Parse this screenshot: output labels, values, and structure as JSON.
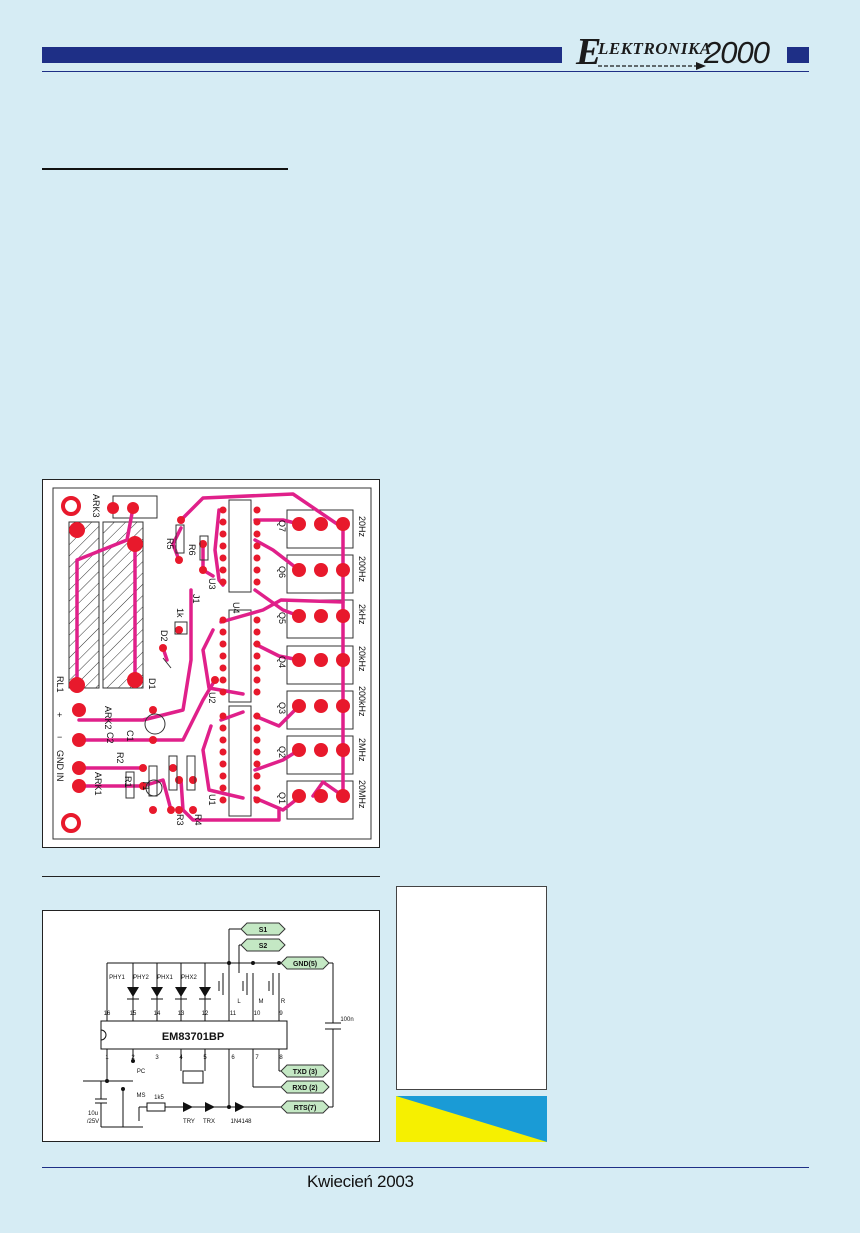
{
  "header": {
    "logo_first": "E",
    "logo_word": "LEKTRONIKA",
    "logo_year": "2000"
  },
  "footer": {
    "date": "Kwiecień 2003"
  },
  "pcb": {
    "labels": {
      "ark3": "ARK3",
      "ark2": "ARK2",
      "ark1": "ARK1",
      "rl1": "RL1",
      "r5": "R5",
      "r6": "R6",
      "j1": "J1",
      "d2": "D2",
      "d1": "D1",
      "cap1k": "1k",
      "plus": "+",
      "minus": "−",
      "c2": "C2",
      "c1": "C1",
      "gnd_in": "GND IN",
      "r1": "R1",
      "r2": "R2",
      "t1": "T1",
      "r3": "R3",
      "r4": "R4",
      "u1": "U1",
      "u2": "U2",
      "u3": "U3",
      "u4": "U4",
      "q1": "Q1",
      "q2": "Q2",
      "q3": "Q3",
      "q4": "Q4",
      "q5": "Q5",
      "q6": "Q6",
      "q7": "Q7"
    },
    "frequencies": [
      "20Hz",
      "200Hz",
      "2kHz",
      "20kHz",
      "200kHz",
      "2MHz",
      "20MHz"
    ]
  },
  "schematic": {
    "chip": "EM83701BP",
    "top_pins": [
      "16",
      "15",
      "14",
      "13",
      "12",
      "11",
      "10",
      "9"
    ],
    "bottom_pins": [
      "1",
      "2",
      "3",
      "4",
      "5",
      "6",
      "7",
      "8"
    ],
    "leds": [
      "PHY1",
      "PHY2",
      "PHX1",
      "PHX2"
    ],
    "connectors": {
      "s1": "S1",
      "s2": "S2",
      "gnd": "GND(5)",
      "txd": "TXD (3)",
      "rxd": "RXD (2)",
      "rts": "RTS(7)"
    },
    "switches": [
      "L",
      "M",
      "R"
    ],
    "cap": "100n",
    "pc": "PC",
    "ms": "MS",
    "res": "1k5",
    "elcap": "10u",
    "elcap_v": "/25V",
    "tr_leds": [
      "TRY",
      "TRX"
    ],
    "diode": "1N4148"
  },
  "colors": {
    "navy": "#1e2f86",
    "page": "#d6ecf4",
    "trace": "#e0208a",
    "pad": "#e8192c",
    "tag": "#c4e8c4"
  }
}
